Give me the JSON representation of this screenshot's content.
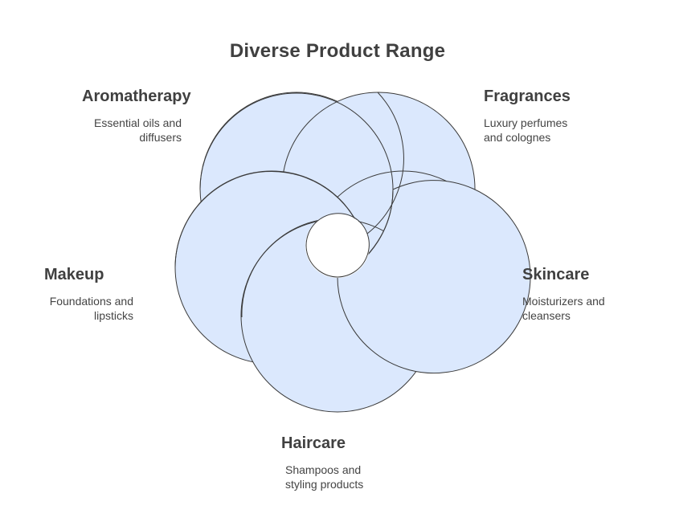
{
  "title": "Diverse Product Range",
  "colors": {
    "petal_fill": "#dbe8fd",
    "petal_stroke": "#3a3a3a",
    "text": "#404040"
  },
  "segments": [
    {
      "label": "Aromatherapy",
      "description": "Essential oils and\ndiffusers"
    },
    {
      "label": "Fragrances",
      "description": "Luxury perfumes\nand colognes"
    },
    {
      "label": "Skincare",
      "description": "Moisturizers and\ncleansers"
    },
    {
      "label": "Haircare",
      "description": "Shampoos and\nstyling products"
    },
    {
      "label": "Makeup",
      "description": "Foundations and\nlipsticks"
    }
  ]
}
